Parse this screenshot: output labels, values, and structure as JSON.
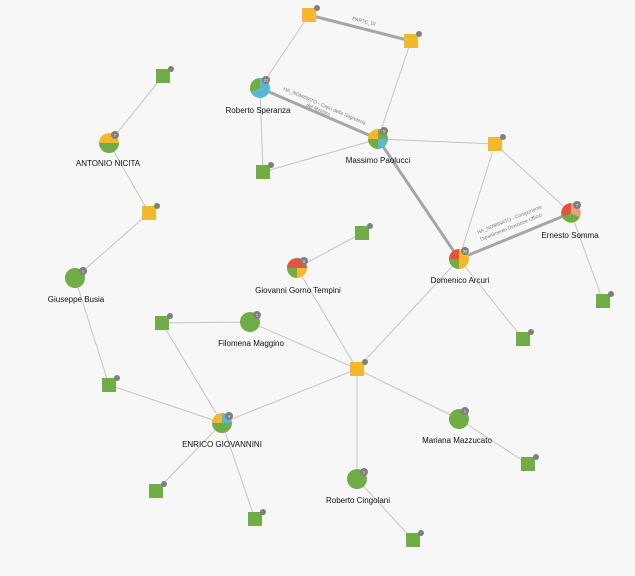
{
  "colors": {
    "green": "#70ad47",
    "yellow": "#f4b82c",
    "blue": "#58b8d4",
    "red": "#e0553b",
    "salmon": "#ee9e83",
    "badge": "#7f7f7f"
  },
  "people": [
    {
      "id": "roberto_speranza",
      "label": "Roberto Speranza",
      "badge": "21"
    },
    {
      "id": "massimo_paolucci",
      "label": "Massimo Paolucci",
      "badge": "5"
    },
    {
      "id": "antonio_nicita",
      "label": "ANTONIO NICITA",
      "badge": "7"
    },
    {
      "id": "ernesto_somma",
      "label": "Ernesto Somma",
      "badge": "7"
    },
    {
      "id": "domenico_arcuri",
      "label": "Domenico Arcuri",
      "badge": "36"
    },
    {
      "id": "giuseppe_busia",
      "label": "Giuseppe Busia",
      "badge": "1"
    },
    {
      "id": "giovanni_gorno_tempini",
      "label": "Giovanni Gorno Tempini",
      "badge": "8"
    },
    {
      "id": "filomena_maggino",
      "label": "Filomena Maggino",
      "badge": "1"
    },
    {
      "id": "enrico_giovannini",
      "label": "ENRICO GIOVANNINI",
      "badge": "4"
    },
    {
      "id": "mariana_mazzucato",
      "label": "Mariana Mazzucato",
      "badge": "1"
    },
    {
      "id": "roberto_cingolani",
      "label": "Roberto Cingolani",
      "badge": "1"
    }
  ],
  "edge_labels": {
    "partner": "PARTE_DI",
    "speranza_paolucci": [
      "HA_NOMINATO - Capo della Segreteria",
      "del Ministro"
    ],
    "arcuri_somma": [
      "HA_NOMINATO - Componente",
      "Dipartimento Direzione Ufficio"
    ]
  }
}
